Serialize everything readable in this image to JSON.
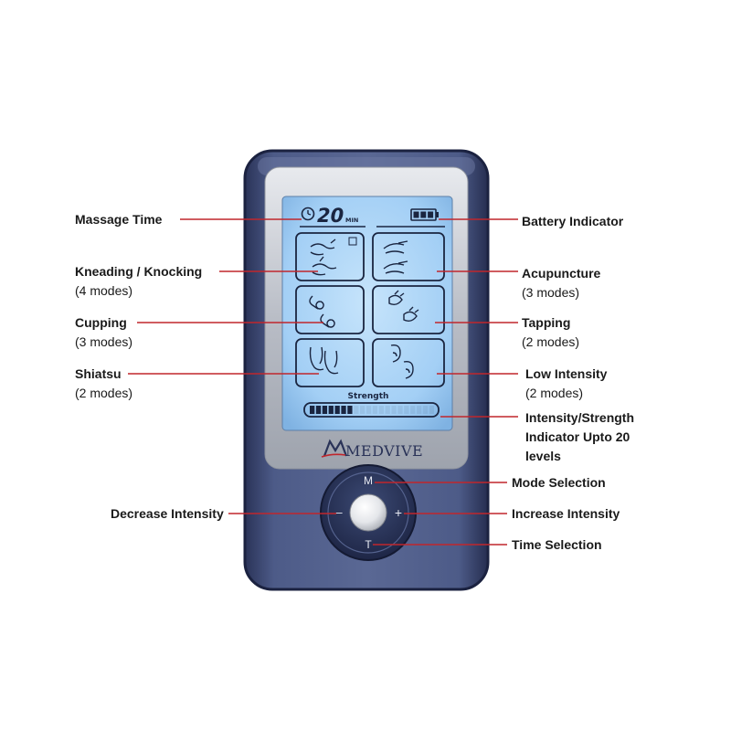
{
  "device": {
    "brand": "MEDVIVE",
    "timer_value": "20",
    "timer_unit": "MIN",
    "strength_label": "Strength",
    "button_mode": "M",
    "button_minus": "–",
    "button_plus": "+",
    "button_time": "T",
    "strength_filled": 7,
    "strength_total": 20,
    "battery_bars": 3
  },
  "labels": {
    "massage_time": "Massage Time",
    "kneading": "Kneading / Knocking",
    "kneading_modes": "(4 modes)",
    "cupping": "Cupping",
    "cupping_modes": "(3 modes)",
    "shiatsu": "Shiatsu",
    "shiatsu_modes": "(2 modes)",
    "decrease": "Decrease Intensity",
    "battery": "Battery Indicator",
    "acupuncture": "Acupuncture",
    "acupuncture_modes": "(3 modes)",
    "tapping": "Tapping",
    "tapping_modes": "(2 modes)",
    "low_intensity": "Low Intensity",
    "low_intensity_modes": "(2 modes)",
    "strength_indicator_1": "Intensity/Strength",
    "strength_indicator_2": "Indicator Upto 20",
    "strength_indicator_3": "levels",
    "mode_selection": "Mode Selection",
    "increase": "Increase Intensity",
    "time_selection": "Time Selection"
  },
  "colors": {
    "leader_line": "#c0262c",
    "body": "#3f4d78",
    "screen": "#a9d3f7"
  }
}
